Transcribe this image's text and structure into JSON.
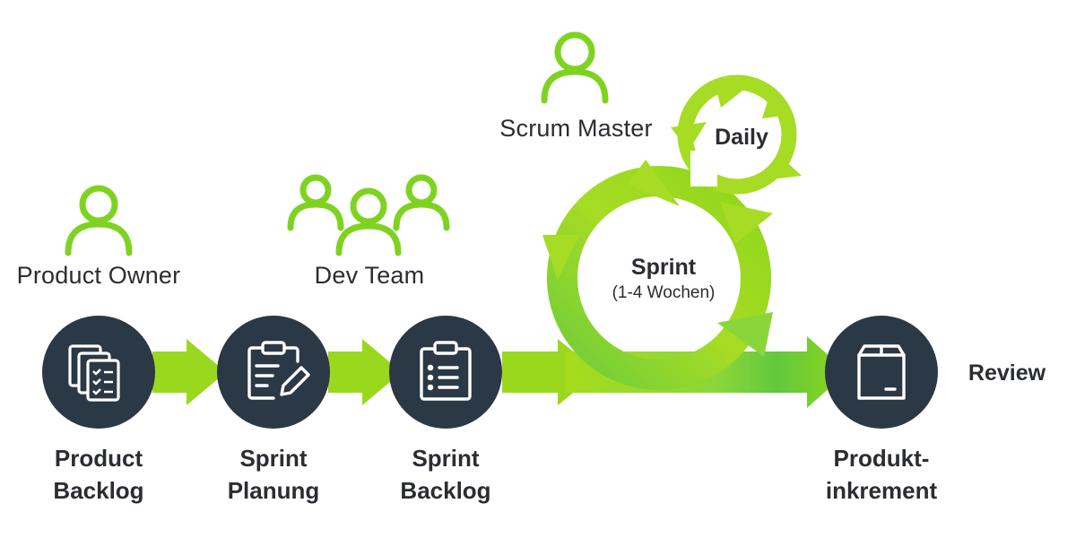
{
  "roles": {
    "product_owner": "Product Owner",
    "dev_team": "Dev Team",
    "scrum_master": "Scrum Master"
  },
  "stages": {
    "product_backlog": [
      "Product",
      "Backlog"
    ],
    "sprint_planning": [
      "Sprint",
      "Planung"
    ],
    "sprint_backlog": [
      "Sprint",
      "Backlog"
    ],
    "increment": [
      "Produkt-",
      "inkrement"
    ]
  },
  "sprint": {
    "title": "Sprint",
    "duration": "(1-4 Wochen)"
  },
  "daily": "Daily",
  "review": "Review",
  "colors": {
    "green": "#8fd61a",
    "green_light": "#a8dc28",
    "green_dark": "#5ec43a",
    "circle": "#2b3845",
    "person": "#7ed321",
    "text": "#2b2d33"
  },
  "icons": {
    "product_backlog": "stacked-checklist-icon",
    "sprint_planning": "clipboard-pencil-icon",
    "sprint_backlog": "clipboard-list-icon",
    "increment": "box-icon",
    "person": "person-icon",
    "team": "team-icon"
  }
}
